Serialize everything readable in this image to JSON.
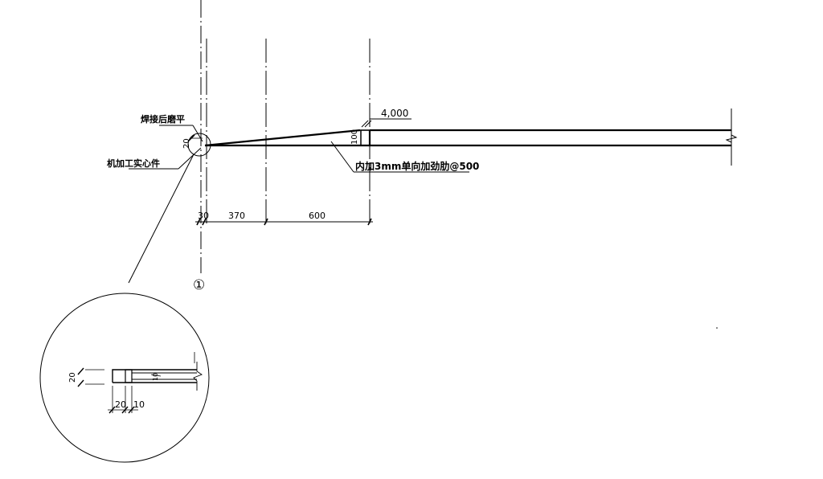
{
  "annotations": {
    "weld_note": "焊接后磨平",
    "machined_note": "机加工实心件",
    "stiffener_note": "内加3mm单向加劲肋@500",
    "thickness_top": "4,000",
    "depth_right": "100",
    "depth_left": "20"
  },
  "dimensions": {
    "d1": "30",
    "d2": "370",
    "d3": "600"
  },
  "axis_label": "①",
  "detail": {
    "height": "20",
    "width_a": "20",
    "width_b": "10",
    "small": "10"
  }
}
